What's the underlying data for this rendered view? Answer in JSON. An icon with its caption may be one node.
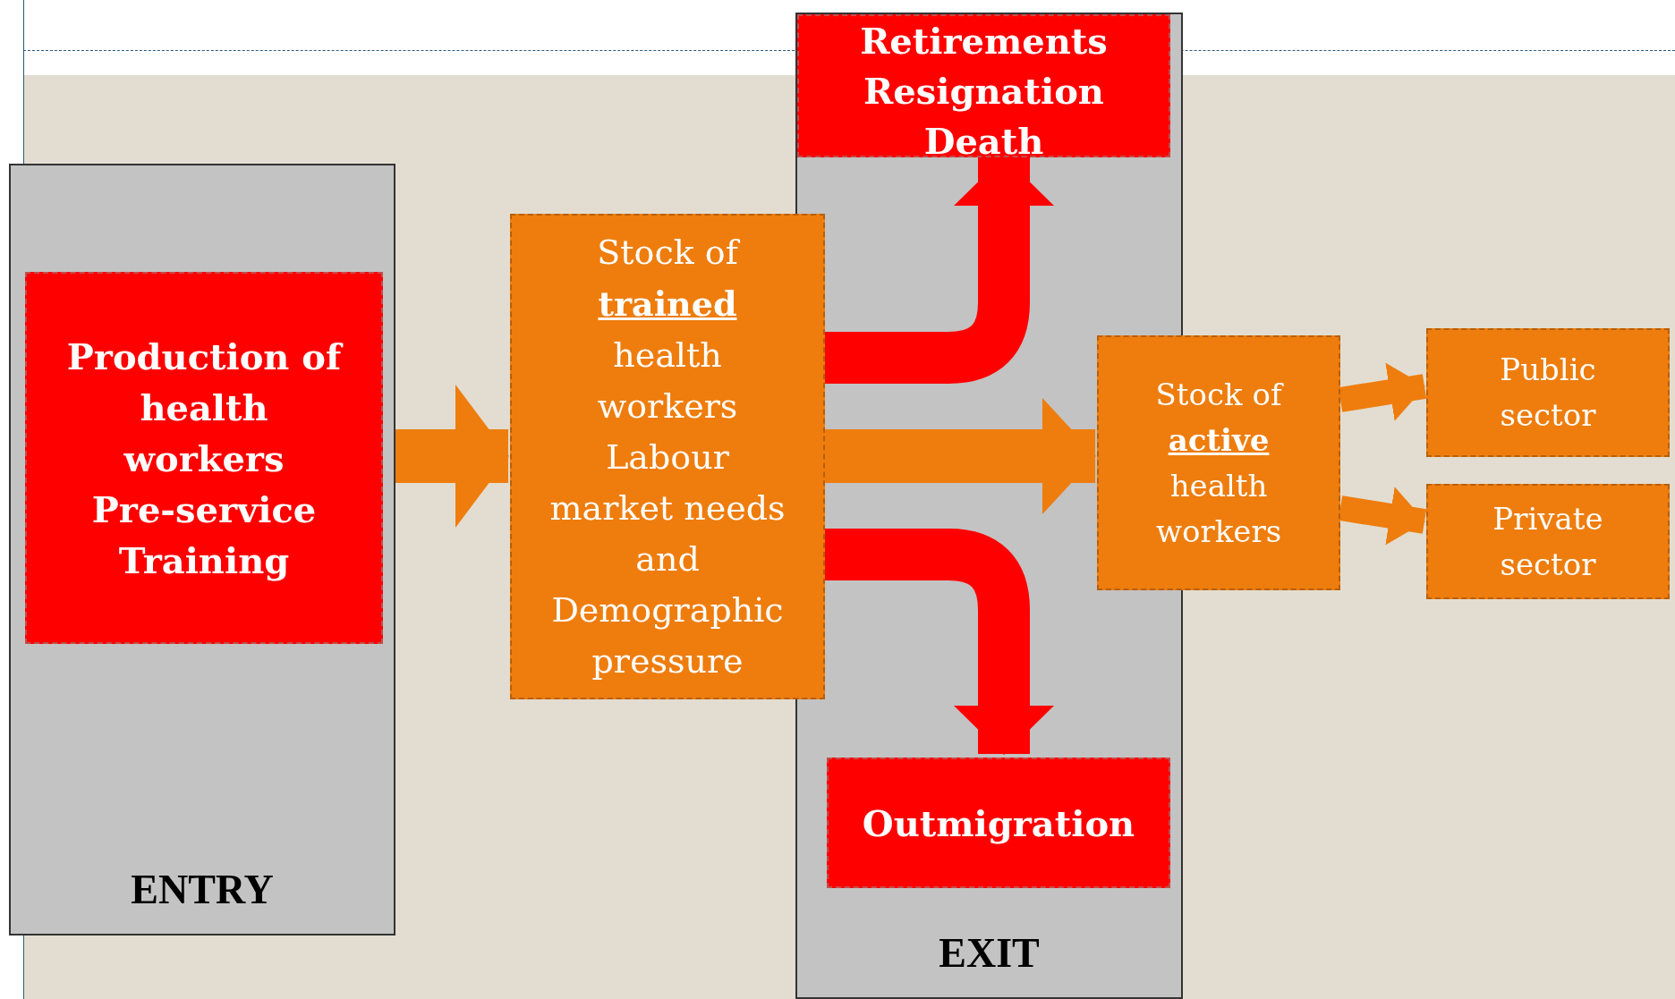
{
  "diagram": {
    "nodes": [
      {
        "text": [
          "ENTRY"
        ]
      },
      {
        "text": [
          "Production of health workers",
          "Pre-service Training"
        ],
        "in": 0
      },
      {
        "text": [
          "Stock of **trained** health workers",
          "Labour market needs and Demographic pressure"
        ]
      },
      {
        "text": [
          "EXIT"
        ]
      },
      {
        "text": [
          "Retirements",
          "Resignation",
          "Death"
        ],
        "in": 3
      },
      {
        "text": [
          "Stock of **active** health workers"
        ]
      },
      {
        "text": [
          "Outmigration"
        ],
        "in": 3
      },
      {
        "text": [
          "Public sector"
        ]
      },
      {
        "text": [
          "Private sector"
        ]
      }
    ],
    "edges": [
      {
        "from": 0,
        "to": 2,
        "arrow": "to"
      },
      {
        "from": 2,
        "to": 4,
        "arrow": "to",
        "color": "#ff0000"
      },
      {
        "from": 2,
        "to": 5,
        "arrow": "to"
      },
      {
        "from": 2,
        "to": 6,
        "arrow": "to",
        "color": "#ff0000"
      },
      {
        "from": 5,
        "to": 7,
        "arrow": "to"
      },
      {
        "from": 5,
        "to": 8,
        "arrow": "to"
      }
    ]
  }
}
